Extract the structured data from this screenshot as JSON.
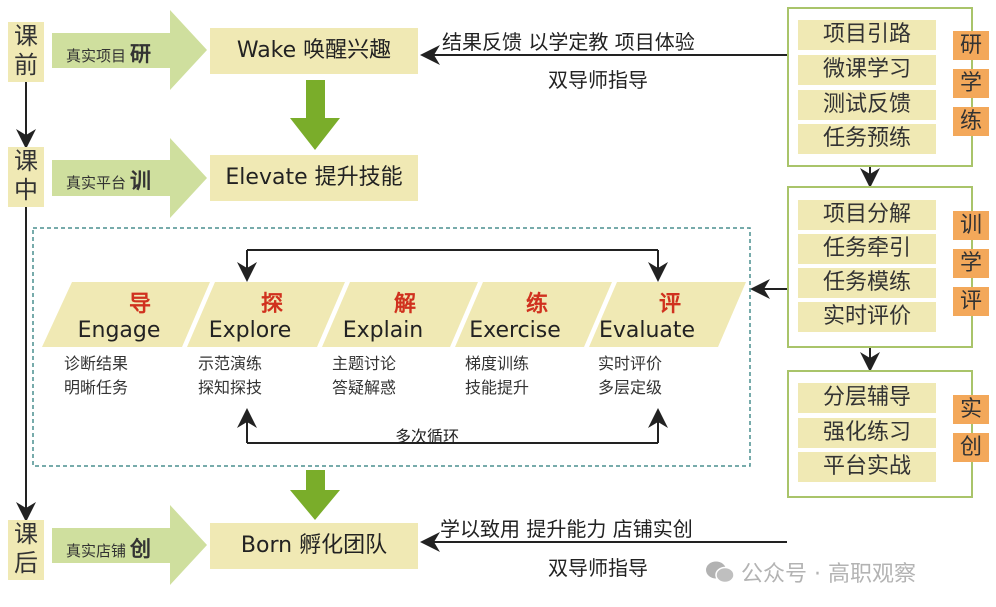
{
  "phases": [
    "课前",
    "课中",
    "课后"
  ],
  "rows": [
    {
      "label": "真实项目",
      "key": "研",
      "box": "Wake 唤醒兴趣"
    },
    {
      "label": "真实平台",
      "key": "训",
      "box": "Elevate 提升技能"
    },
    {
      "label": "真实店铺",
      "key": "创",
      "box": "Born 孵化团队"
    }
  ],
  "top_feedback": {
    "above": "结果反馈  以学定教  项目体验",
    "below": "双导师指导"
  },
  "bottom_feedback": {
    "above": "学以致用  提升能力  店铺实创",
    "below": "双导师指导"
  },
  "stages": [
    {
      "cn": "导",
      "en": "Engage",
      "sub1": "诊断结果",
      "sub2": "明晰任务"
    },
    {
      "cn": "探",
      "en": "Explore",
      "sub1": "示范演练",
      "sub2": "探知探技"
    },
    {
      "cn": "解",
      "en": "Explain",
      "sub1": "主题讨论",
      "sub2": "答疑解惑"
    },
    {
      "cn": "练",
      "en": "Exercise",
      "sub1": "梯度训练",
      "sub2": "技能提升"
    },
    {
      "cn": "评",
      "en": "Evaluate",
      "sub1": "实时评价",
      "sub2": "多层定级"
    }
  ],
  "loop_label": "多次循环",
  "right_groups": [
    {
      "items": [
        "项目引路",
        "微课学习",
        "测试反馈",
        "任务预练"
      ],
      "tags": [
        "研",
        "学",
        "练"
      ]
    },
    {
      "items": [
        "项目分解",
        "任务牵引",
        "任务模练",
        "实时评价"
      ],
      "tags": [
        "训",
        "学",
        "评"
      ]
    },
    {
      "items": [
        "分层辅导",
        "强化练习",
        "平台实战"
      ],
      "tags": [
        "实",
        "创"
      ]
    }
  ],
  "watermark": "公众号 · 高职观察",
  "colors": {
    "yellow": "#f0e9b4",
    "light_green": "#cfdf9e",
    "green": "#7aad2a",
    "orange": "#f3a85a",
    "red": "#d0311e"
  }
}
